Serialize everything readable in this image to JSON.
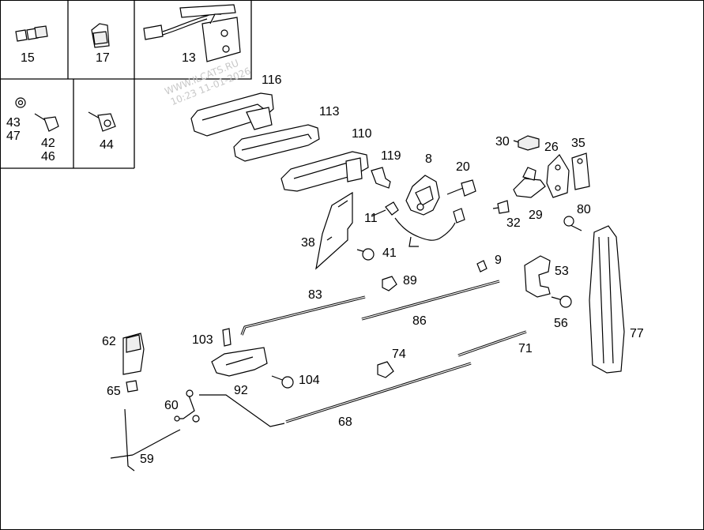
{
  "watermark": {
    "line1": "WWW.ILCATS.RU",
    "line2": "10:23 11-01-2026"
  },
  "callouts": {
    "c15": "15",
    "c17": "17",
    "c13": "13",
    "c43": "43",
    "c47": "47",
    "c42": "42",
    "c46": "46",
    "c44": "44",
    "c116": "116",
    "c113": "113",
    "c110": "110",
    "c119": "119",
    "c8": "8",
    "c20": "20",
    "c30": "30",
    "c26": "26",
    "c35": "35",
    "c11": "11",
    "c32": "32",
    "c29": "29",
    "c80": "80",
    "c38": "38",
    "c41": "41",
    "c9": "9",
    "c53": "53",
    "c89": "89",
    "c83": "83",
    "c86": "86",
    "c56": "56",
    "c77": "77",
    "c62": "62",
    "c103": "103",
    "c71": "71",
    "c74": "74",
    "c104": "104",
    "c92": "92",
    "c65": "65",
    "c60": "60",
    "c68": "68",
    "c59": "59"
  }
}
